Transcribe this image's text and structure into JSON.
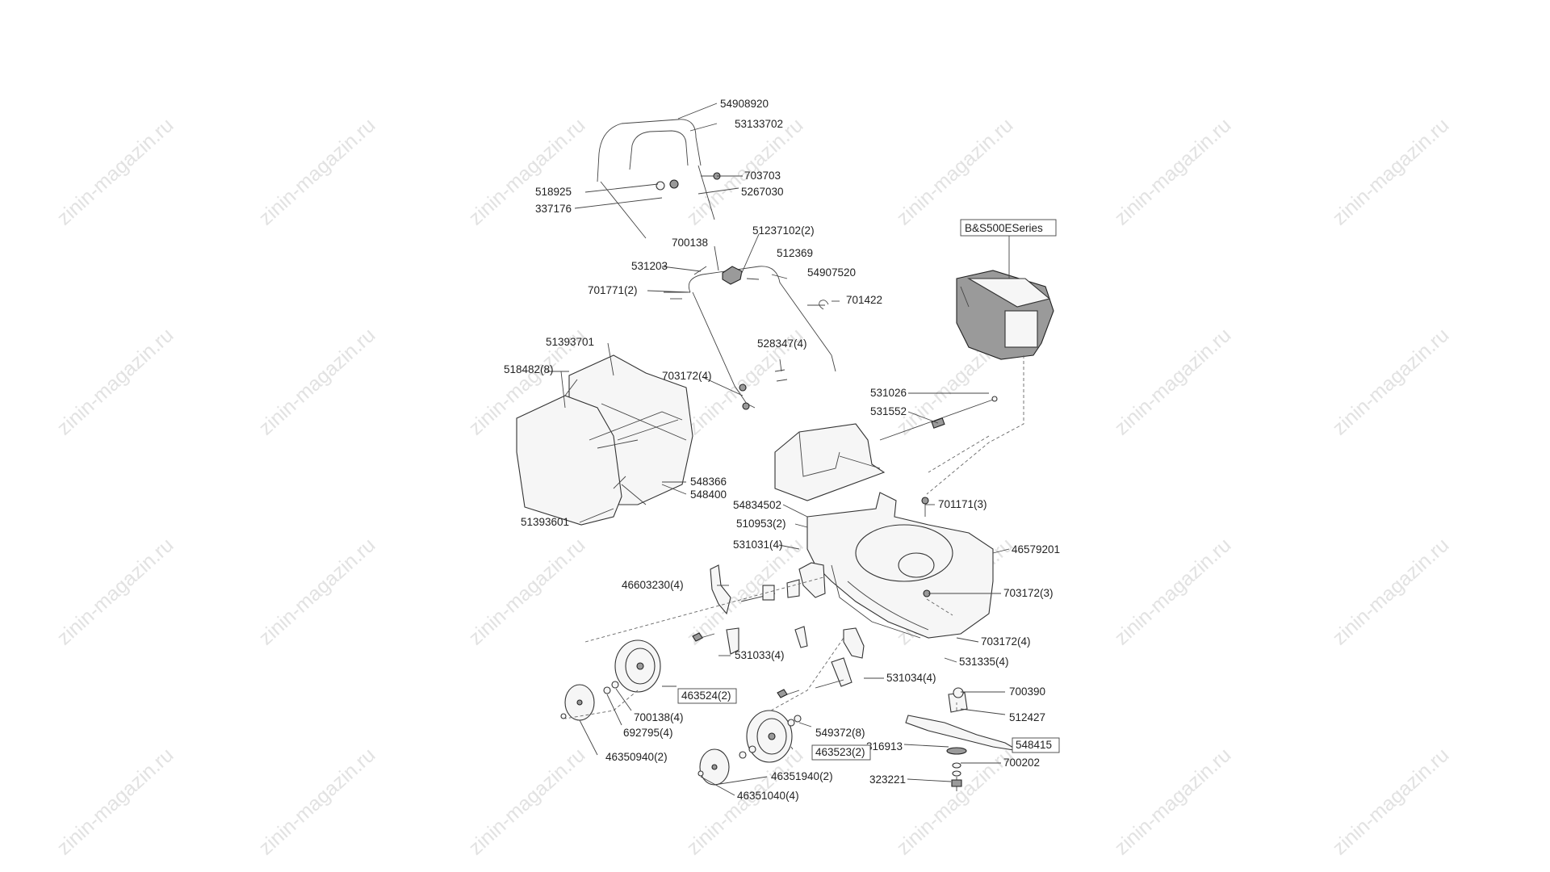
{
  "watermark": {
    "text": "zinin-magazin.ru"
  },
  "engine_label": "B&S500ESeries",
  "labels": {
    "p54908920": "54908920",
    "p53133702": "53133702",
    "p703703": "703703",
    "p518925": "518925",
    "p5267030": "5267030",
    "p337176": "337176",
    "p700138": "700138",
    "p51237102": "51237102(2)",
    "p512369": "512369",
    "p531203": "531203",
    "p54907520": "54907520",
    "p701771": "701771(2)",
    "p701422": "701422",
    "p51393701": "51393701",
    "p528347": "528347(4)",
    "p518482": "518482(8)",
    "p703172_4a": "703172(4)",
    "p531026": "531026",
    "p531552": "531552",
    "p548366": "548366",
    "p548400": "548400",
    "p54834502": "54834502",
    "p701171": "701171(3)",
    "p51393601": "51393601",
    "p510953": "510953(2)",
    "p46579201": "46579201",
    "p531031": "531031(4)",
    "p46603230": "46603230(4)",
    "p703172_3": "703172(3)",
    "p703172_4b": "703172(4)",
    "p531033": "531033(4)",
    "p531335": "531335(4)",
    "p531034": "531034(4)",
    "p463524": "463524(2)",
    "p700390": "700390",
    "p700138_4": "700138(4)",
    "p692795": "692795(4)",
    "p512427": "512427",
    "p549372": "549372(8)",
    "p316913": "316913",
    "p548415": "548415",
    "p463523": "463523(2)",
    "p46350940": "46350940(2)",
    "p700202": "700202",
    "p46351940": "46351940(2)",
    "p323221": "323221",
    "p46351040": "46351040(4)"
  }
}
